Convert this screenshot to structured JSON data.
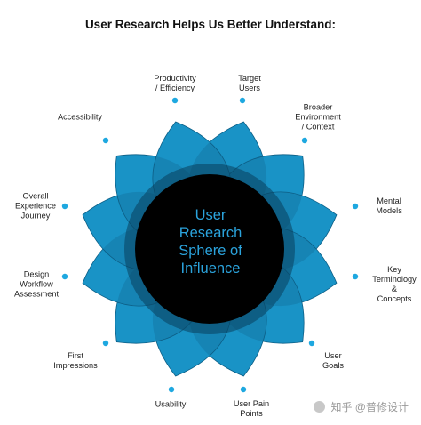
{
  "title": "User Research Helps Us Better Understand:",
  "center_label": "User\nResearch\nSphere of\nInfluence",
  "colors": {
    "petal": "#1ea8e0",
    "petal_overlap": "#0d5f86",
    "core": "#000000",
    "center_text": "#2ba3dc",
    "dot": "#1ea8e0"
  },
  "labels": [
    {
      "id": "productivity",
      "text": "Productivity\n/ Efficiency"
    },
    {
      "id": "target-users",
      "text": "Target\nUsers"
    },
    {
      "id": "broader-environment",
      "text": "Broader\nEnvironment\n/ Context"
    },
    {
      "id": "mental-models",
      "text": "Mental\nModels"
    },
    {
      "id": "key-terminology",
      "text": "Key\nTerminology &\nConcepts"
    },
    {
      "id": "user-goals",
      "text": "User\nGoals"
    },
    {
      "id": "user-pain-points",
      "text": "User Pain\nPoints"
    },
    {
      "id": "usability",
      "text": "Usability"
    },
    {
      "id": "first-impressions",
      "text": "First\nImpressions"
    },
    {
      "id": "design-workflow",
      "text": "Design\nWorkflow\nAssessment"
    },
    {
      "id": "overall-experience",
      "text": "Overall\nExperience\nJourney"
    },
    {
      "id": "accessibility",
      "text": "Accessibility"
    }
  ],
  "watermark": {
    "logo": "zhihu-logo",
    "text": "知乎 @普修设计"
  }
}
